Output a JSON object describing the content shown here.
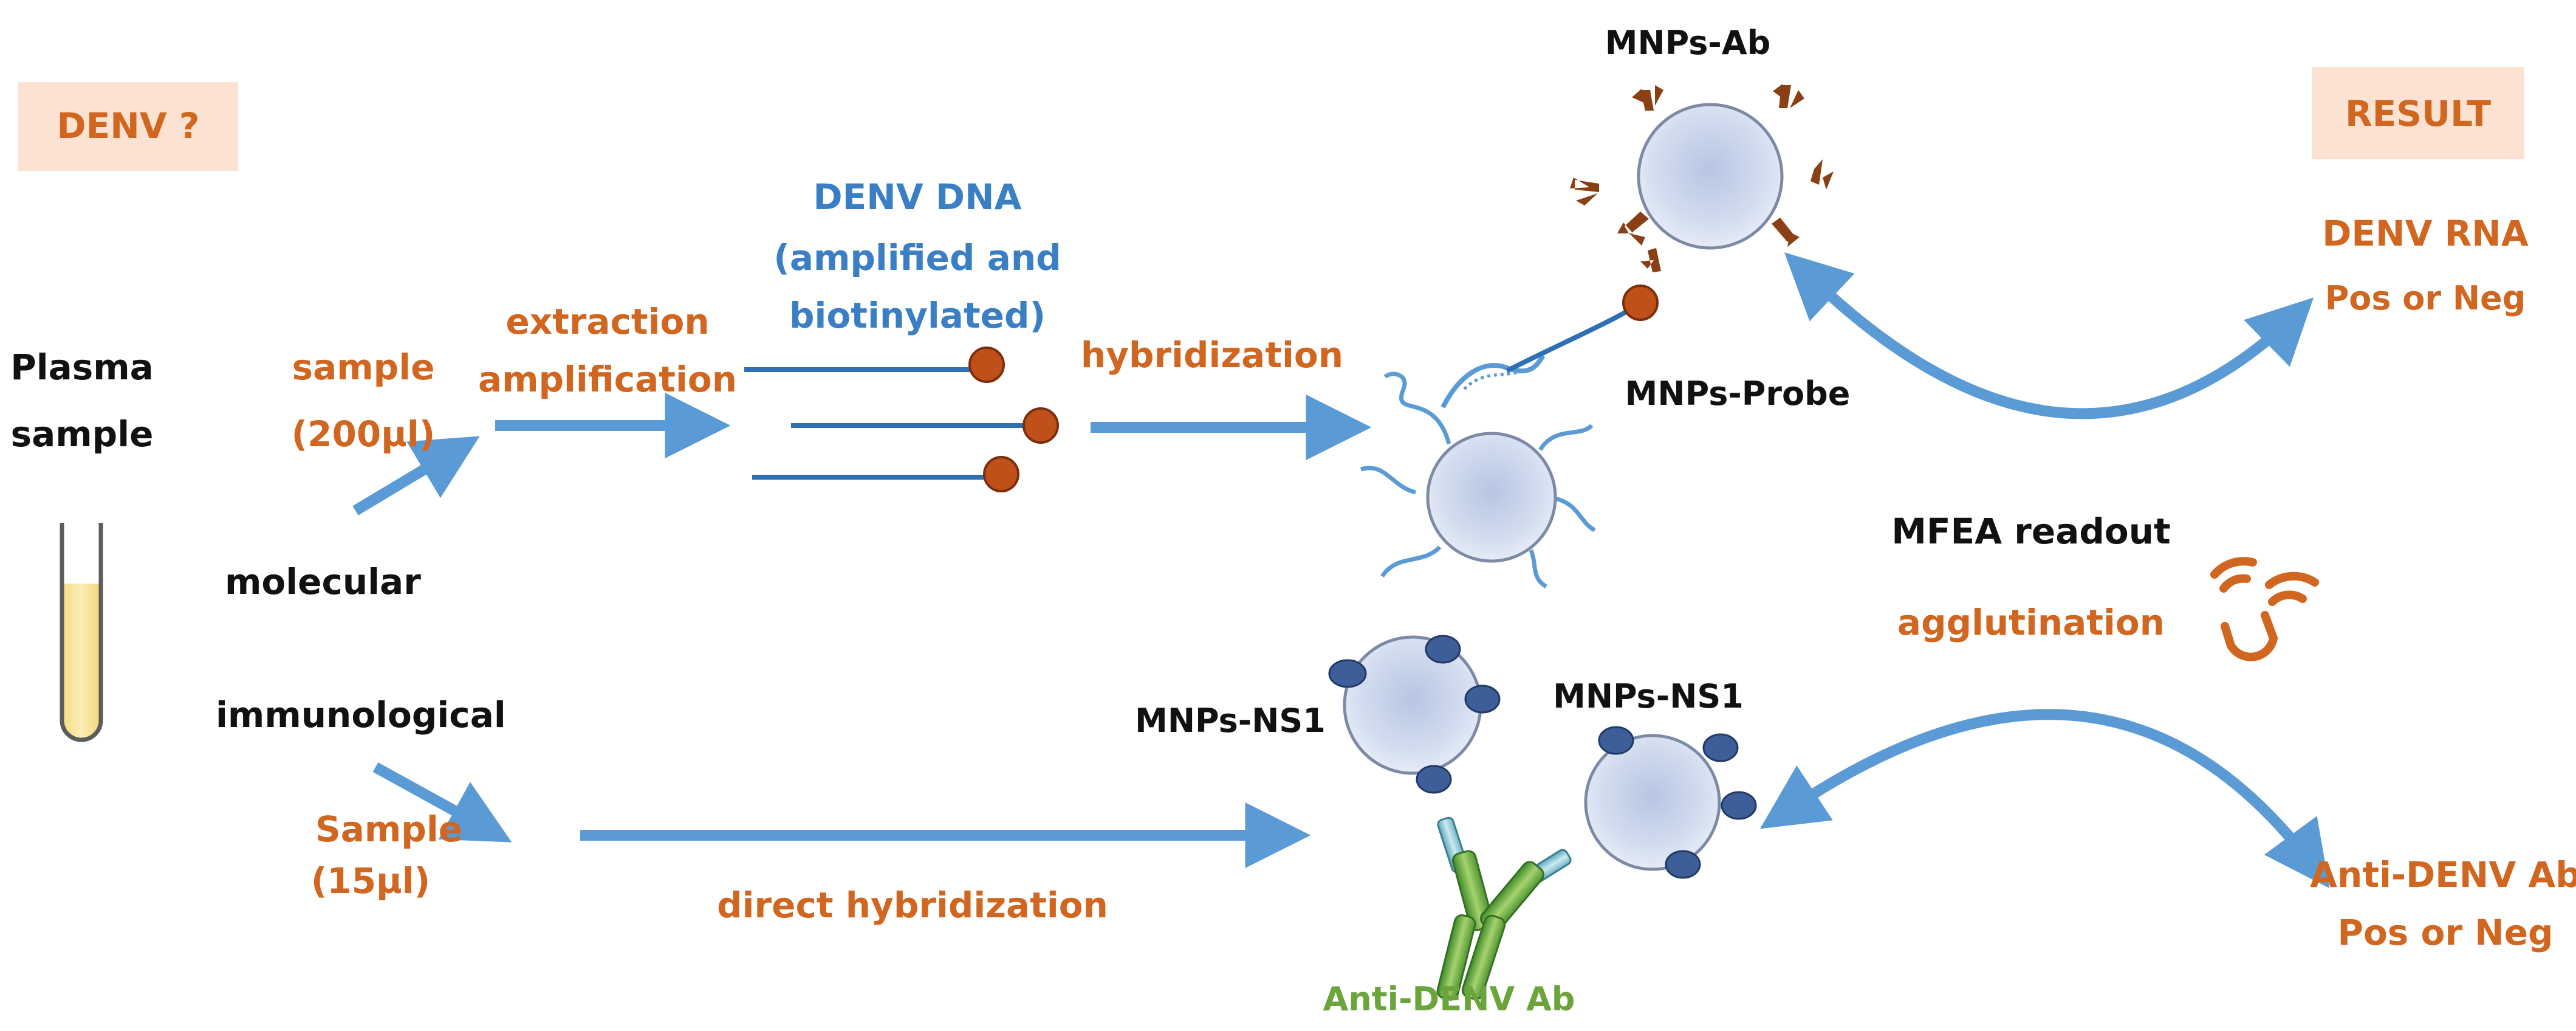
{
  "header": {
    "question_label": "DENV ?",
    "result_label": "RESULT"
  },
  "sample": {
    "line1": "Plasma",
    "line2": "sample"
  },
  "molecular": {
    "branch_label": "molecular",
    "volume_line1": "sample",
    "volume_line2": "(200µl)",
    "step1_line1": "extraction",
    "step1_line2": "amplification",
    "dna_line1": "DENV DNA",
    "dna_line2": "(amplified and",
    "dna_line3": "biotinylated)",
    "step2": "hybridization",
    "mnps_ab": "MNPs-Ab",
    "mnps_probe": "MNPs-Probe"
  },
  "immunological": {
    "branch_label": "immunological",
    "volume_line1": "Sample",
    "volume_line2": "(15µl)",
    "step": "direct hybridization",
    "mnps_ns1_a": "MNPs-NS1",
    "mnps_ns1_b": "MNPs-NS1",
    "antibody": "Anti-DENV Ab"
  },
  "readout": {
    "title": "MFEA readout",
    "mechanism": "agglutination"
  },
  "results": {
    "rna_line1": "DENV RNA",
    "rna_line2": "Pos or Neg",
    "ab_line1": "Anti-DENV Ab",
    "ab_line2": "Pos or Neg"
  },
  "colors": {
    "arrow": "#5b9bd5",
    "label_orange": "#d0661f",
    "label_blue": "#3a7fc4",
    "antibody_green": "#6aa43a",
    "particle": "#c9d6ea",
    "biotin": "#c0501a",
    "header_box": "#fbe2d2"
  },
  "icons": [
    "test-tube-icon",
    "magnet-icon",
    "antibody-icon",
    "nanoparticle-icon"
  ]
}
